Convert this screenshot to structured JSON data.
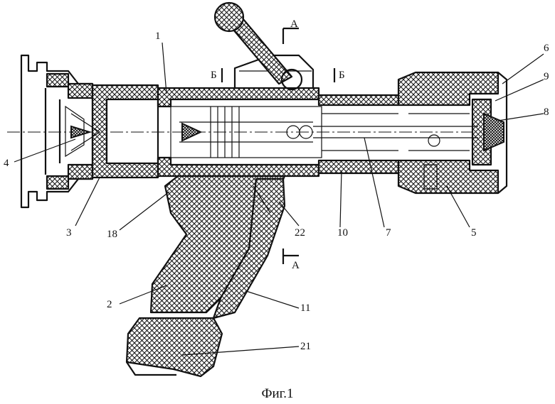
{
  "caption": "Фиг.1",
  "section_marks": {
    "a_top": "А",
    "a_bottom": "А",
    "b_left": "Б",
    "b_right": "Б"
  },
  "callouts": [
    {
      "id": "c1",
      "text": "1"
    },
    {
      "id": "c2",
      "text": "2"
    },
    {
      "id": "c3",
      "text": "3"
    },
    {
      "id": "c4",
      "text": "4"
    },
    {
      "id": "c5",
      "text": "5"
    },
    {
      "id": "c6",
      "text": "6"
    },
    {
      "id": "c7",
      "text": "7"
    },
    {
      "id": "c8",
      "text": "8"
    },
    {
      "id": "c9",
      "text": "9"
    },
    {
      "id": "c10",
      "text": "10"
    },
    {
      "id": "c11",
      "text": "11"
    },
    {
      "id": "c18",
      "text": "18"
    },
    {
      "id": "c21",
      "text": "21"
    },
    {
      "id": "c22",
      "text": "22"
    }
  ]
}
